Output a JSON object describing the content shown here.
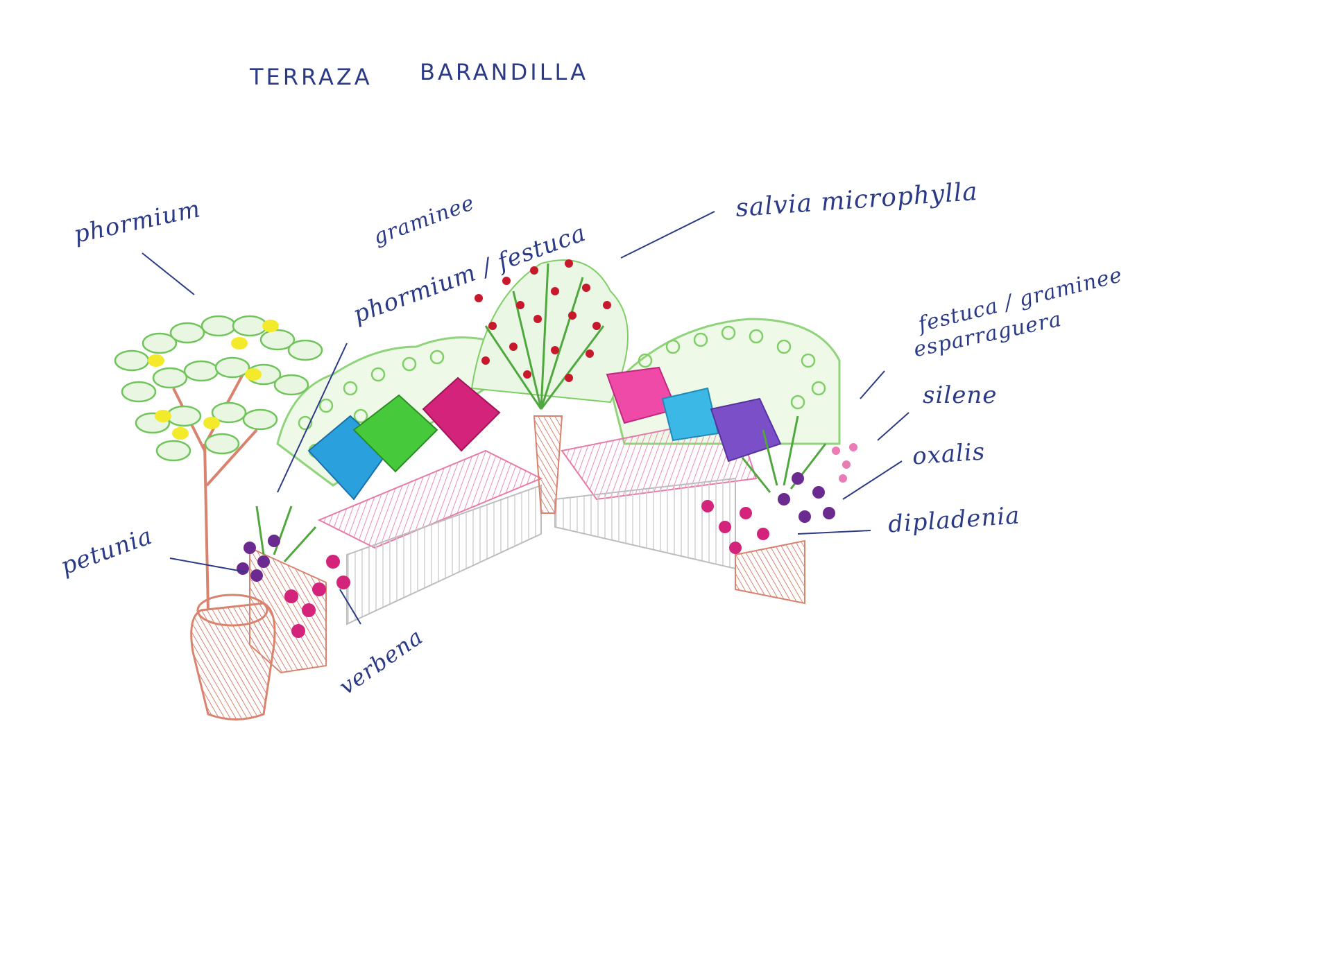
{
  "title": {
    "left": "TERRAZA",
    "right": "BARANDILLA"
  },
  "labels": {
    "phormium_tree": "phormium",
    "gramineae": "graminee",
    "phormium_festuca": "phormium / festuca",
    "salvia": "salvia microphylla",
    "festuca_gramineae": "festuca / graminee",
    "esparraguera": "esparraguera",
    "silene": "silene",
    "oxalis": "oxalis",
    "dipladenia": "dipladenia",
    "petunia": "petunia",
    "verbena": "verbena"
  },
  "colors": {
    "ink": "#2b3a87",
    "leaf_green": "#6fc45a",
    "lemon": "#f2ea2a",
    "cushion_blue": "#2aa0dd",
    "cushion_green": "#46c93a",
    "cushion_magenta": "#d4237a",
    "cushion_pink": "#f04aa8",
    "cushion_cyan": "#3cb8e6",
    "cushion_purple": "#7a4fc8",
    "seat_pink": "#f3a7c6",
    "planter_terracotta": "#d9826e",
    "flower_red": "#c8182c",
    "flower_purple": "#6a2a8f"
  }
}
